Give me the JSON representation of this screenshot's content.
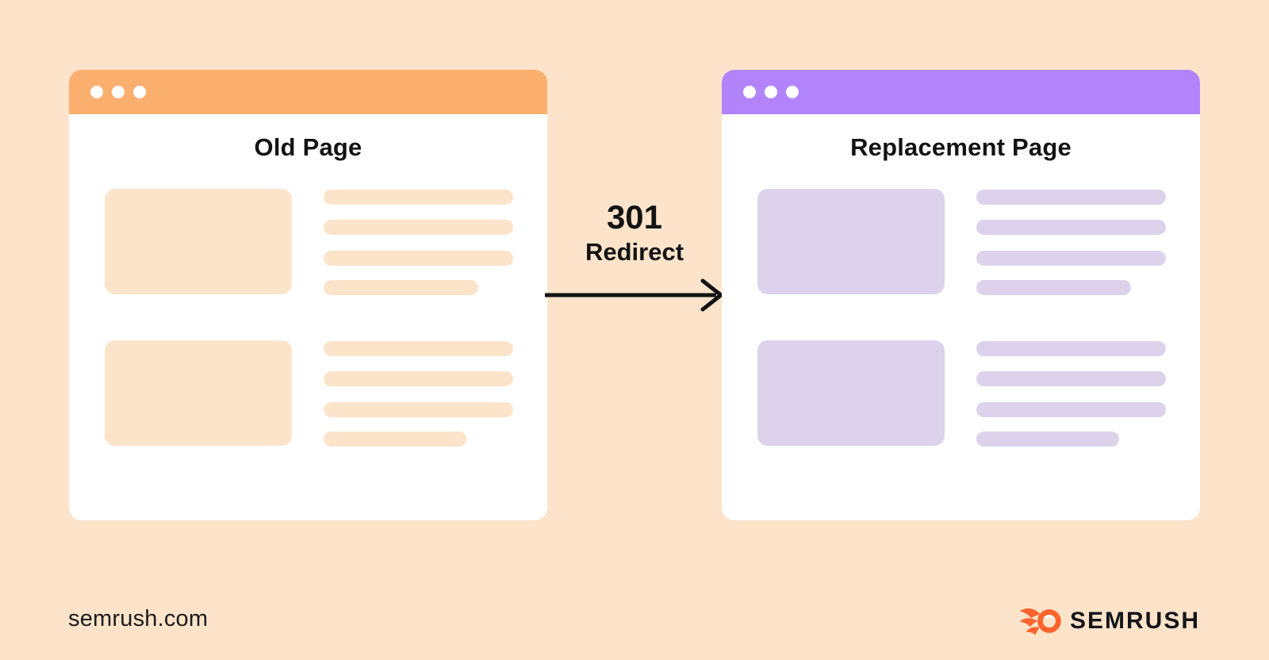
{
  "page": {
    "background_color": "#FCE3C9",
    "text_color": "#131313"
  },
  "old_window": {
    "title": "Old Page",
    "header_color": "#FBAF6F",
    "placeholder_color": "#FCE4CB",
    "window_controls": "three-dots"
  },
  "replacement_window": {
    "title": "Replacement Page",
    "header_color": "#B284FB",
    "placeholder_color": "#DDD2EC",
    "window_controls": "three-dots"
  },
  "redirect": {
    "code": "301",
    "label": "Redirect",
    "arrow_direction": "right",
    "arrow_color": "#131313"
  },
  "footer": {
    "site_url": "semrush.com",
    "brand": "SEMRUSH",
    "brand_flame_color": "#FF642D",
    "brand_text_color": "#14151a"
  }
}
